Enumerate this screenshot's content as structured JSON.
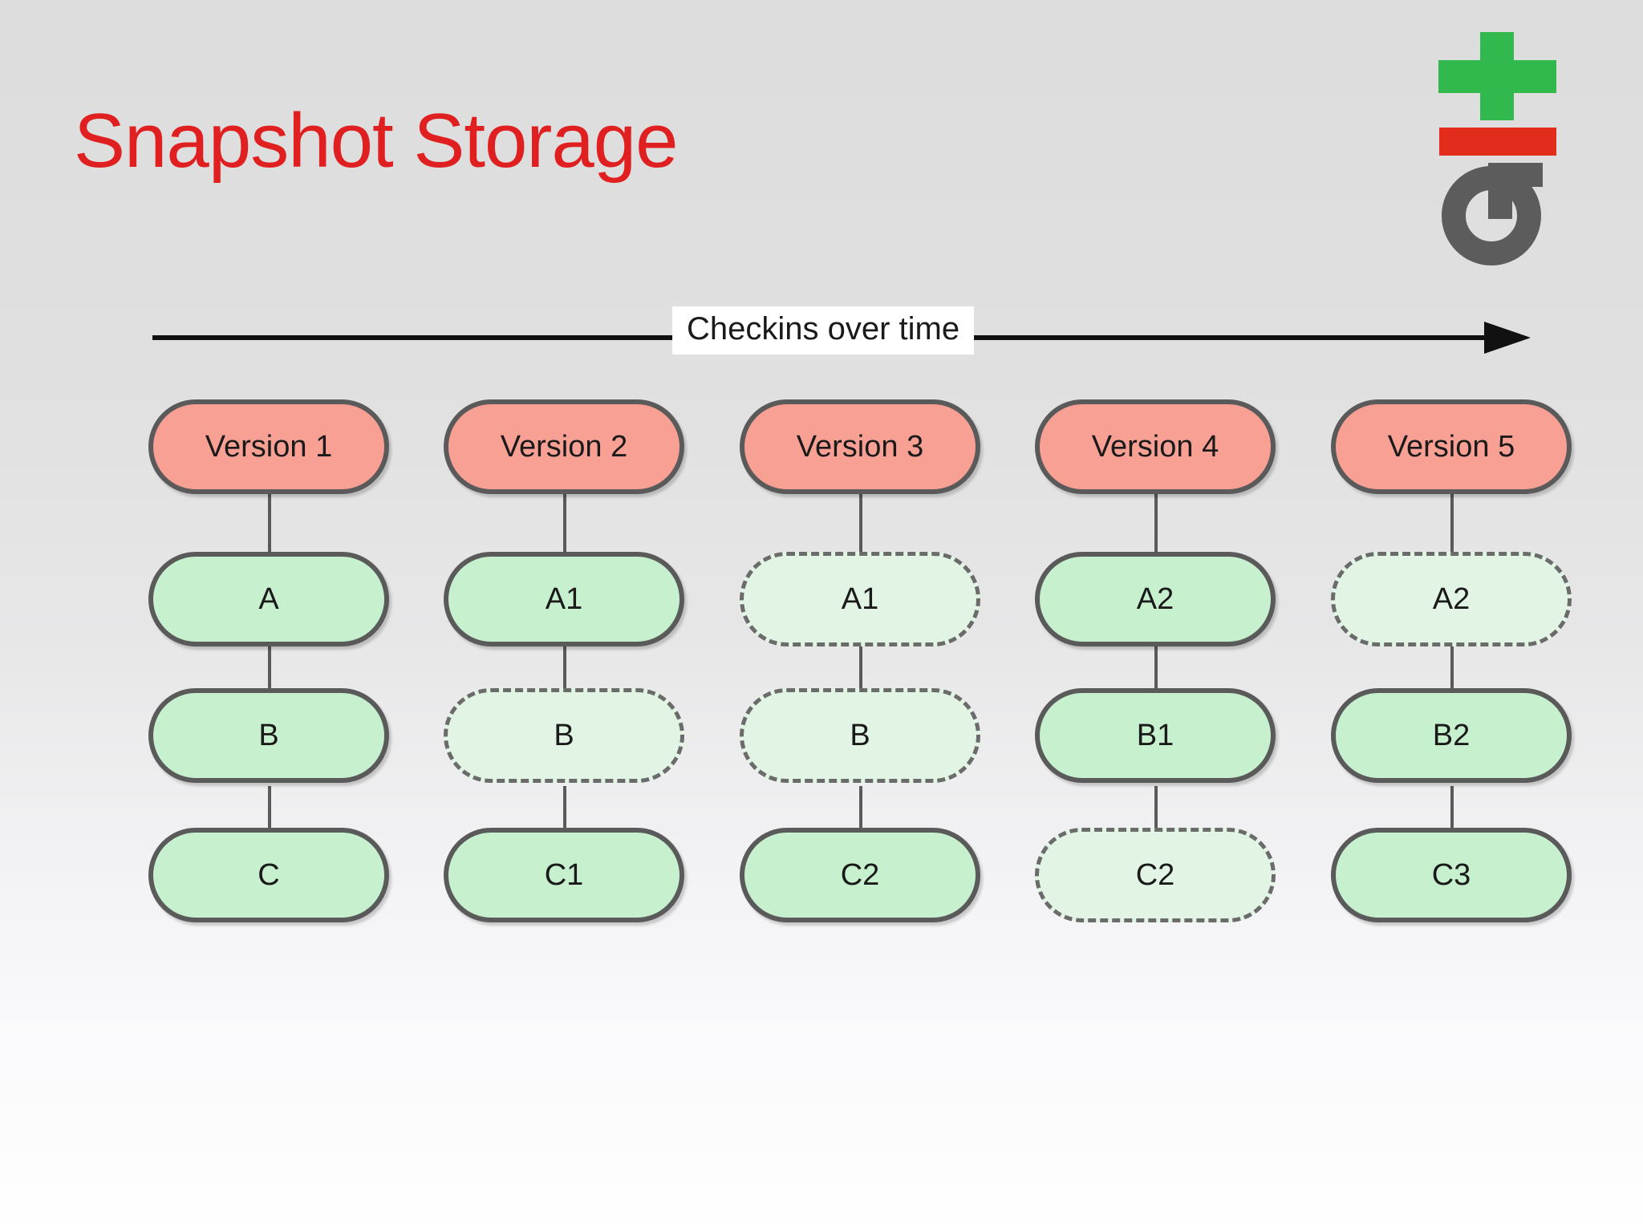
{
  "slide": {
    "title": "Snapshot Storage",
    "title_color": "#e02020",
    "background_top_color": "#dcdcdc",
    "background_bottom_color": "#ffffff"
  },
  "logo": {
    "name": "git-logo",
    "plus_color": "#32b94d",
    "bar_color": "#e32d1c",
    "letter_color": "#5c5c5c"
  },
  "timeline": {
    "label": "Checkins over time",
    "arrow_color": "#111111",
    "direction": "left-to-right"
  },
  "legend": {
    "version_fill": "#f9a094",
    "file_solid_fill": "#c7f1ce",
    "file_dashed_fill": "#e2f5e5",
    "border_color": "#5a5a5a"
  },
  "chart_data": {
    "type": "diagram",
    "title": "Snapshot Storage",
    "annotation": "Checkins over time",
    "columns": [
      {
        "version": "Version 1",
        "nodes": [
          {
            "label": "A",
            "state": "solid"
          },
          {
            "label": "B",
            "state": "solid"
          },
          {
            "label": "C",
            "state": "solid"
          }
        ]
      },
      {
        "version": "Version 2",
        "nodes": [
          {
            "label": "A1",
            "state": "solid"
          },
          {
            "label": "B",
            "state": "dashed"
          },
          {
            "label": "C1",
            "state": "solid"
          }
        ]
      },
      {
        "version": "Version 3",
        "nodes": [
          {
            "label": "A1",
            "state": "dashed"
          },
          {
            "label": "B",
            "state": "dashed"
          },
          {
            "label": "C2",
            "state": "solid"
          }
        ]
      },
      {
        "version": "Version 4",
        "nodes": [
          {
            "label": "A2",
            "state": "solid"
          },
          {
            "label": "B1",
            "state": "solid"
          },
          {
            "label": "C2",
            "state": "dashed"
          }
        ]
      },
      {
        "version": "Version 5",
        "nodes": [
          {
            "label": "A2",
            "state": "dashed"
          },
          {
            "label": "B2",
            "state": "solid"
          },
          {
            "label": "C3",
            "state": "solid"
          }
        ]
      }
    ]
  }
}
